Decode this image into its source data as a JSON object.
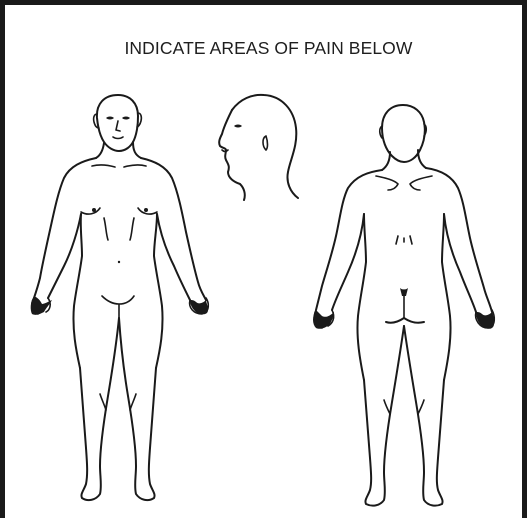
{
  "form": {
    "heading": "INDICATE AREAS OF PAIN BELOW"
  },
  "figures": {
    "front": "front-body-outline",
    "side": "side-head-profile",
    "back": "back-body-outline"
  },
  "colors": {
    "ink": "#1a1a1a",
    "paper": "#ffffff"
  }
}
